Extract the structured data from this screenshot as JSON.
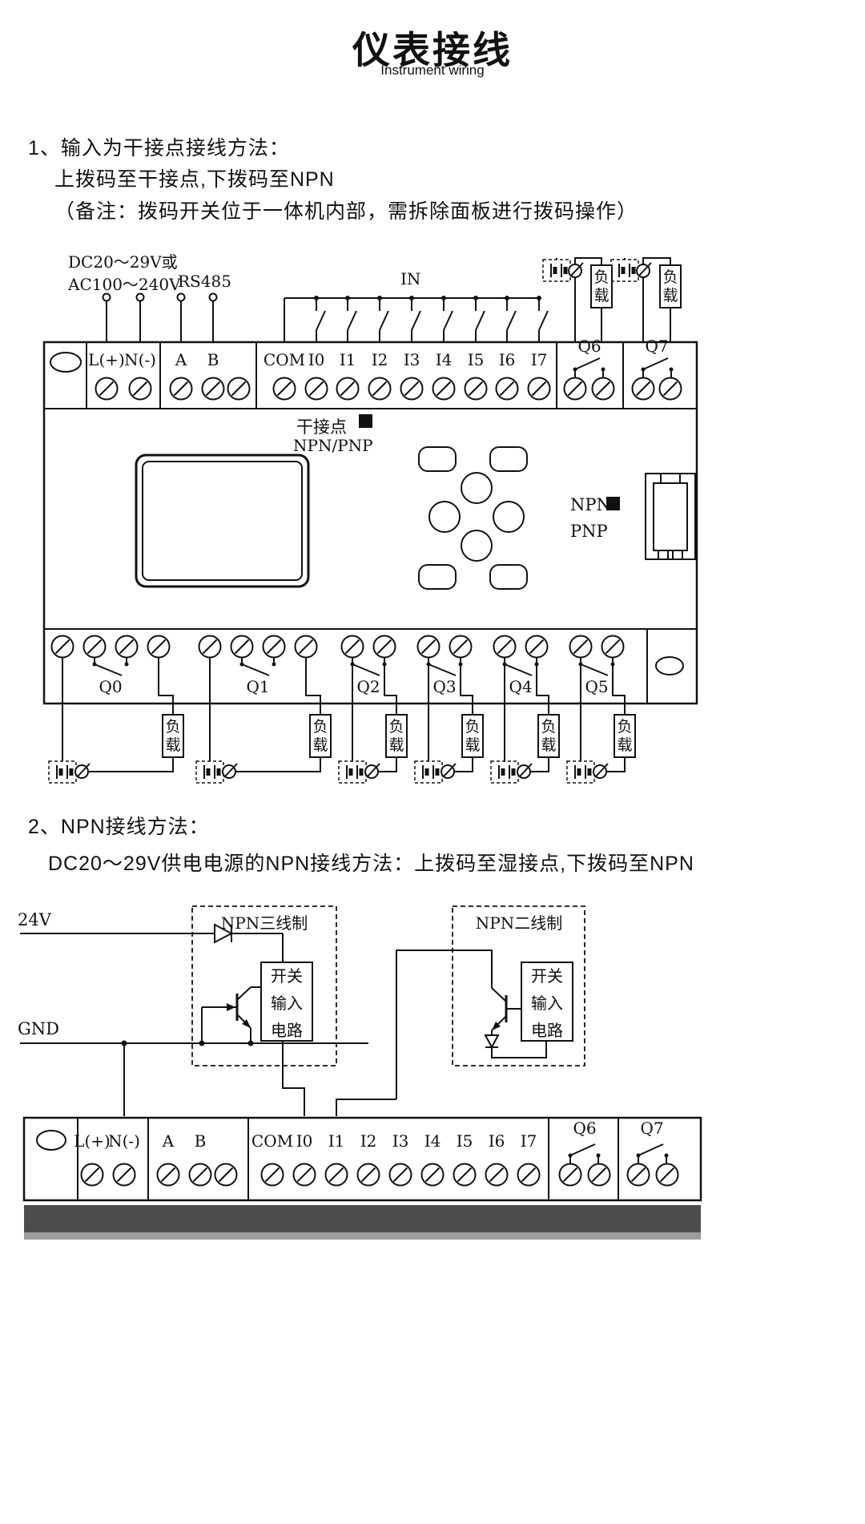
{
  "page": {
    "title": "仪表接线",
    "subtitle": "Instrument wiring"
  },
  "section1": {
    "heading": "1、输入为干接点接线方法：",
    "subheading": "上拨码至干接点,下拨码至NPN",
    "note": "（备注：拨码开关位于一体机内部，需拆除面板进行拨码操作）"
  },
  "diagram1": {
    "power_label_line1": "DC20～29V或",
    "power_label_line2": "AC100～240V",
    "rs485_label": "RS485",
    "in_label": "IN",
    "terminals": [
      "L(+)",
      "N(-)",
      "A",
      "B",
      "COM",
      "I0",
      "I1",
      "I2",
      "I3",
      "I4",
      "I5",
      "I6",
      "I7"
    ],
    "q6_label": "Q6",
    "q7_label": "Q7",
    "load_label": "负载",
    "dry_contact_label": "干接点",
    "npn_pnp_label": "NPN/PNP",
    "npn_label": "NPN",
    "pnp_label": "PNP",
    "output_labels": [
      "Q0",
      "Q1",
      "Q2",
      "Q3",
      "Q4",
      "Q5"
    ]
  },
  "section2": {
    "heading": "2、NPN接线方法：",
    "subheading": "DC20～29V供电电源的NPN接线方法：上拨码至湿接点,下拨码至NPN"
  },
  "diagram2": {
    "rail_24v_label": "24V",
    "rail_gnd_label": "GND",
    "npn_three_wire_label": "NPN三线制",
    "npn_two_wire_label": "NPN二线制",
    "switch_circuit_lines": [
      "开关",
      "输入",
      "电路"
    ],
    "terminals": [
      "L(+)",
      "N(-)",
      "A",
      "B",
      "COM",
      "I0",
      "I1",
      "I2",
      "I3",
      "I4",
      "I5",
      "I6",
      "I7"
    ],
    "q6_label": "Q6",
    "q7_label": "Q7"
  }
}
